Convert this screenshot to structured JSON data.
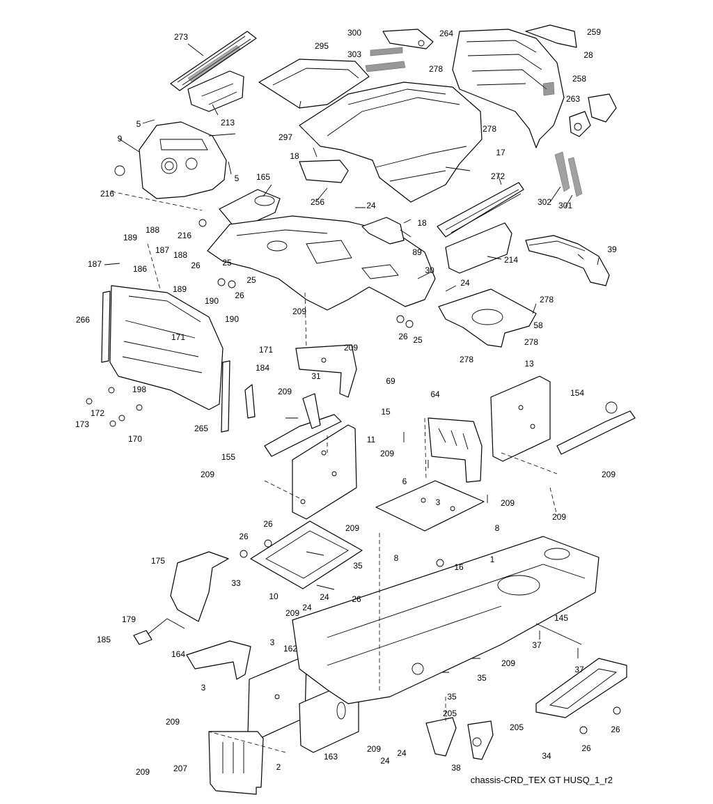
{
  "diagram": {
    "caption": "chassis-CRD_TEX GT HUSQ_1_r2",
    "colors": {
      "line": "#000000",
      "fill": "#ffffff",
      "shade": "#e6e6e6"
    }
  },
  "labels": [
    {
      "id": "273",
      "text": "273"
    },
    {
      "id": "295",
      "text": "295"
    },
    {
      "id": "300",
      "text": "300"
    },
    {
      "id": "303",
      "text": "303"
    },
    {
      "id": "264",
      "text": "264"
    },
    {
      "id": "259",
      "text": "259"
    },
    {
      "id": "28",
      "text": "28"
    },
    {
      "id": "278a",
      "text": "278"
    },
    {
      "id": "258",
      "text": "258"
    },
    {
      "id": "263",
      "text": "263"
    },
    {
      "id": "278b",
      "text": "278"
    },
    {
      "id": "213",
      "text": "213"
    },
    {
      "id": "5a",
      "text": "5"
    },
    {
      "id": "297",
      "text": "297"
    },
    {
      "id": "9",
      "text": "9"
    },
    {
      "id": "5b",
      "text": "5"
    },
    {
      "id": "18a",
      "text": "18"
    },
    {
      "id": "17",
      "text": "17"
    },
    {
      "id": "216a",
      "text": "216"
    },
    {
      "id": "165",
      "text": "165"
    },
    {
      "id": "272",
      "text": "272"
    },
    {
      "id": "256",
      "text": "256"
    },
    {
      "id": "24a",
      "text": "24"
    },
    {
      "id": "216b",
      "text": "216"
    },
    {
      "id": "18b",
      "text": "18"
    },
    {
      "id": "302",
      "text": "302"
    },
    {
      "id": "301",
      "text": "301"
    },
    {
      "id": "89",
      "text": "89"
    },
    {
      "id": "39",
      "text": "39"
    },
    {
      "id": "189a",
      "text": "189"
    },
    {
      "id": "188a",
      "text": "188"
    },
    {
      "id": "187a",
      "text": "187"
    },
    {
      "id": "187b",
      "text": "187"
    },
    {
      "id": "188b",
      "text": "188"
    },
    {
      "id": "186",
      "text": "186"
    },
    {
      "id": "189b",
      "text": "189"
    },
    {
      "id": "26a",
      "text": "26"
    },
    {
      "id": "25a",
      "text": "25"
    },
    {
      "id": "25b",
      "text": "25"
    },
    {
      "id": "26b",
      "text": "26"
    },
    {
      "id": "30",
      "text": "30"
    },
    {
      "id": "214",
      "text": "214"
    },
    {
      "id": "24b",
      "text": "24"
    },
    {
      "id": "278c",
      "text": "278"
    },
    {
      "id": "190a",
      "text": "190"
    },
    {
      "id": "266",
      "text": "266"
    },
    {
      "id": "209a",
      "text": "209"
    },
    {
      "id": "190b",
      "text": "190"
    },
    {
      "id": "171a",
      "text": "171"
    },
    {
      "id": "26c",
      "text": "26"
    },
    {
      "id": "25c",
      "text": "25"
    },
    {
      "id": "58",
      "text": "58"
    },
    {
      "id": "278d",
      "text": "278"
    },
    {
      "id": "278e",
      "text": "278"
    },
    {
      "id": "209b",
      "text": "209"
    },
    {
      "id": "171b",
      "text": "171"
    },
    {
      "id": "184",
      "text": "184"
    },
    {
      "id": "31",
      "text": "31"
    },
    {
      "id": "69",
      "text": "69"
    },
    {
      "id": "13",
      "text": "13"
    },
    {
      "id": "198",
      "text": "198"
    },
    {
      "id": "209c",
      "text": "209"
    },
    {
      "id": "173",
      "text": "173"
    },
    {
      "id": "172",
      "text": "172"
    },
    {
      "id": "170",
      "text": "170"
    },
    {
      "id": "265",
      "text": "265"
    },
    {
      "id": "64",
      "text": "64"
    },
    {
      "id": "154",
      "text": "154"
    },
    {
      "id": "15",
      "text": "15"
    },
    {
      "id": "11",
      "text": "11"
    },
    {
      "id": "155",
      "text": "155"
    },
    {
      "id": "209d",
      "text": "209"
    },
    {
      "id": "209e",
      "text": "209"
    },
    {
      "id": "6",
      "text": "6"
    },
    {
      "id": "209f",
      "text": "209"
    },
    {
      "id": "3a",
      "text": "3"
    },
    {
      "id": "209g",
      "text": "209"
    },
    {
      "id": "209h",
      "text": "209"
    },
    {
      "id": "26d",
      "text": "26"
    },
    {
      "id": "209i",
      "text": "209"
    },
    {
      "id": "8a",
      "text": "8"
    },
    {
      "id": "26e",
      "text": "26"
    },
    {
      "id": "175",
      "text": "175"
    },
    {
      "id": "35a",
      "text": "35"
    },
    {
      "id": "8b",
      "text": "8"
    },
    {
      "id": "16",
      "text": "16"
    },
    {
      "id": "1",
      "text": "1"
    },
    {
      "id": "33",
      "text": "33"
    },
    {
      "id": "10",
      "text": "10"
    },
    {
      "id": "24c",
      "text": "24"
    },
    {
      "id": "26f",
      "text": "26"
    },
    {
      "id": "209j",
      "text": "209"
    },
    {
      "id": "24d",
      "text": "24"
    },
    {
      "id": "179",
      "text": "179"
    },
    {
      "id": "145",
      "text": "145"
    },
    {
      "id": "185",
      "text": "185"
    },
    {
      "id": "37a",
      "text": "37"
    },
    {
      "id": "3b",
      "text": "3"
    },
    {
      "id": "162",
      "text": "162"
    },
    {
      "id": "164",
      "text": "164"
    },
    {
      "id": "209k",
      "text": "209"
    },
    {
      "id": "37b",
      "text": "37"
    },
    {
      "id": "35b",
      "text": "35"
    },
    {
      "id": "3c",
      "text": "3"
    },
    {
      "id": "35c",
      "text": "35"
    },
    {
      "id": "205a",
      "text": "205"
    },
    {
      "id": "209l",
      "text": "209"
    },
    {
      "id": "205b",
      "text": "205"
    },
    {
      "id": "26g",
      "text": "26"
    },
    {
      "id": "163",
      "text": "163"
    },
    {
      "id": "209m",
      "text": "209"
    },
    {
      "id": "24e",
      "text": "24"
    },
    {
      "id": "26h",
      "text": "26"
    },
    {
      "id": "34",
      "text": "34"
    },
    {
      "id": "207",
      "text": "207"
    },
    {
      "id": "2",
      "text": "2"
    },
    {
      "id": "209n",
      "text": "209"
    },
    {
      "id": "24f",
      "text": "24"
    },
    {
      "id": "38",
      "text": "38"
    }
  ]
}
